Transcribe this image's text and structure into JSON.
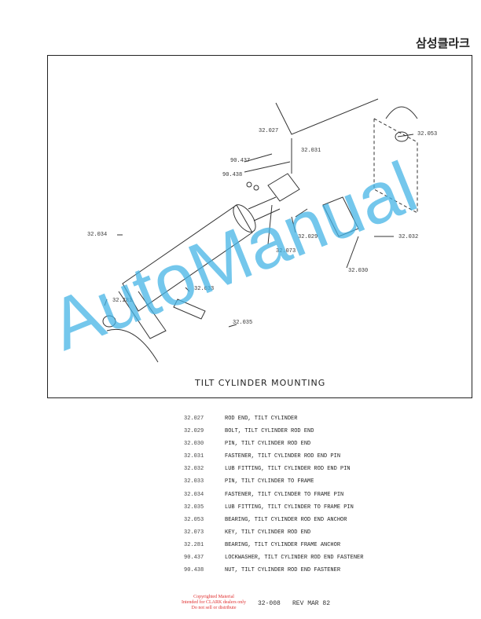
{
  "brand": "삼성클라크",
  "figure": {
    "title": "TILT CYLINDER MOUNTING",
    "callouts": [
      "32.027",
      "32.031",
      "90.437",
      "90.438",
      "32.053",
      "32.034",
      "32.029",
      "32.032",
      "32.073",
      "32.030",
      "32.033",
      "32.281",
      "32.035"
    ]
  },
  "watermark": "AutoManual",
  "parts": [
    {
      "num": "32.027",
      "desc": "ROD END, TILT CYLINDER"
    },
    {
      "num": "32.029",
      "desc": "BOLT, TILT CYLINDER ROD END"
    },
    {
      "num": "32.030",
      "desc": "PIN, TILT CYLINDER ROD END"
    },
    {
      "num": "32.031",
      "desc": "FASTENER, TILT CYLINDER ROD END PIN"
    },
    {
      "num": "32.032",
      "desc": "LUB FITTING, TILT CYLINDER ROD END PIN"
    },
    {
      "num": "32.033",
      "desc": "PIN, TILT CYLINDER TO FRAME"
    },
    {
      "num": "32.034",
      "desc": "FASTENER, TILT CYLINDER TO FRAME PIN"
    },
    {
      "num": "32.035",
      "desc": "LUB FITTING, TILT CYLINDER TO FRAME PIN"
    },
    {
      "num": "32.053",
      "desc": "BEARING, TILT CYLINDER ROD END ANCHOR"
    },
    {
      "num": "32.073",
      "desc": "KEY, TILT CYLINDER ROD END"
    },
    {
      "num": "32.281",
      "desc": "BEARING, TILT CYLINDER FRAME ANCHOR"
    },
    {
      "num": "90.437",
      "desc": "LOCKWASHER, TILT CYLINDER ROD END FASTENER"
    },
    {
      "num": "90.438",
      "desc": "NUT, TILT CYLINDER ROD END FASTENER"
    }
  ],
  "footer": {
    "page_number": "32-008",
    "revision": "REV MAR 82",
    "copyright": [
      "Copyrighted Material",
      "Intended for CLARK dealers only",
      "Do not sell or distribute"
    ]
  }
}
